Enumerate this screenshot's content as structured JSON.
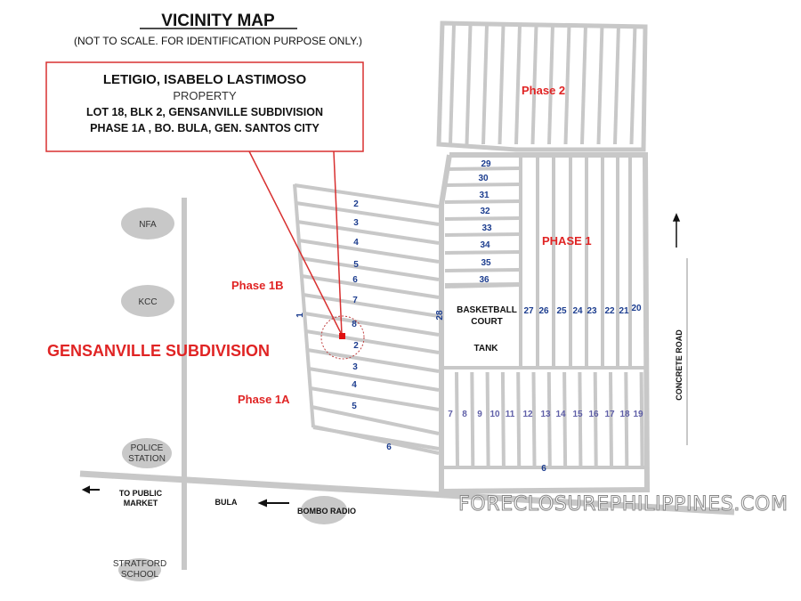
{
  "header": {
    "title": "VICINITY MAP",
    "subtitle": "(NOT TO SCALE. FOR IDENTIFICATION PURPOSE ONLY.)"
  },
  "callout": {
    "owner": "LETIGIO, ISABELO LASTIMOSO",
    "type": "PROPERTY",
    "line1": "LOT 18, BLK 2, GENSANVILLE SUBDIVISION",
    "line2": "PHASE 1A , BO. BULA,  GEN. SANTOS CITY"
  },
  "areas": {
    "phase2": "Phase 2",
    "phase1": "PHASE 1",
    "phase1b": "Phase 1B",
    "phase1a": "Phase 1A",
    "subdivision": "GENSANVILLE SUBDIVISION",
    "basketball": "BASKETBALL",
    "court": "COURT",
    "tank": "TANK"
  },
  "landmarks": {
    "nfa": "NFA",
    "kcc": "KCC",
    "police1": "POLICE",
    "police2": "STATION",
    "bombo": "BOMBO RADIO",
    "stratford1": "STRATFORD",
    "stratford2": "SCHOOL"
  },
  "roads": {
    "market1": "TO PUBLIC",
    "market2": "MARKET",
    "bula": "BULA",
    "concrete": "CONCRETE ROAD"
  },
  "lots": {
    "left": [
      "2",
      "3",
      "4",
      "5",
      "6",
      "7",
      "8",
      "2",
      "3",
      "4",
      "5",
      "6",
      "1"
    ],
    "upper": [
      "29",
      "30",
      "31",
      "32",
      "33",
      "34",
      "35",
      "36",
      "28"
    ],
    "phase1_cols": [
      "27",
      "26",
      "25",
      "24",
      "23",
      "22",
      "21",
      "20"
    ],
    "bottom": [
      "7",
      "8",
      "9",
      "10",
      "11",
      "12",
      "13",
      "14",
      "15",
      "16",
      "17",
      "18",
      "19",
      "6"
    ]
  },
  "watermark": "FORECLOSUREPHILIPPINES.COM",
  "colors": {
    "accent_red": "#e02424",
    "lot_blue": "#1c3d8f",
    "road_gray": "#c8c8c8"
  }
}
